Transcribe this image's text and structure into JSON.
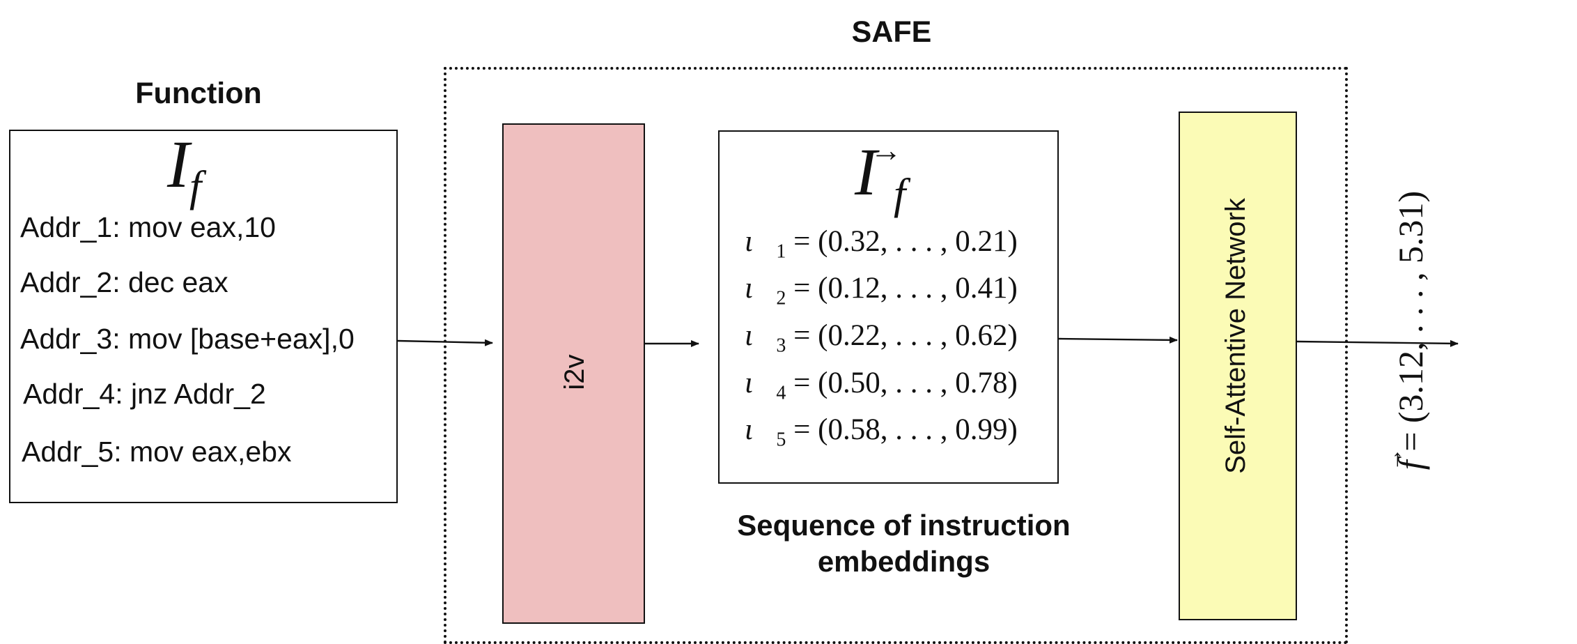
{
  "titles": {
    "safe": "SAFE",
    "function": "Function",
    "sequence": [
      "Sequence of instruction",
      "embeddings"
    ]
  },
  "function_box": {
    "symbol": "I",
    "subscript": "f",
    "instructions": [
      "Addr_1: mov eax,10",
      "Addr_2: dec eax",
      "Addr_3: mov [base+eax],0",
      "Addr_4: jnz Addr_2",
      "Addr_5: mov eax,ebx"
    ]
  },
  "i2v": {
    "label": "i2v",
    "color": "#efbfbf"
  },
  "embeddings_box": {
    "symbol": "I",
    "subscript": "f",
    "rows": [
      {
        "index": "1",
        "value": "= (0.32, . . . , 0.21)"
      },
      {
        "index": "2",
        "value": "= (0.12, . . . , 0.41)"
      },
      {
        "index": "3",
        "value": "= (0.22, . . . , 0.62)"
      },
      {
        "index": "4",
        "value": "= (0.50, . . . , 0.78)"
      },
      {
        "index": "5",
        "value": "= (0.58, . . . , 0.99)"
      }
    ]
  },
  "network": {
    "label": "Self-Attentive Network",
    "color": "#fbfbb6"
  },
  "output": {
    "symbol": "f",
    "value": "= (3.12, . . . , 5.31)"
  }
}
